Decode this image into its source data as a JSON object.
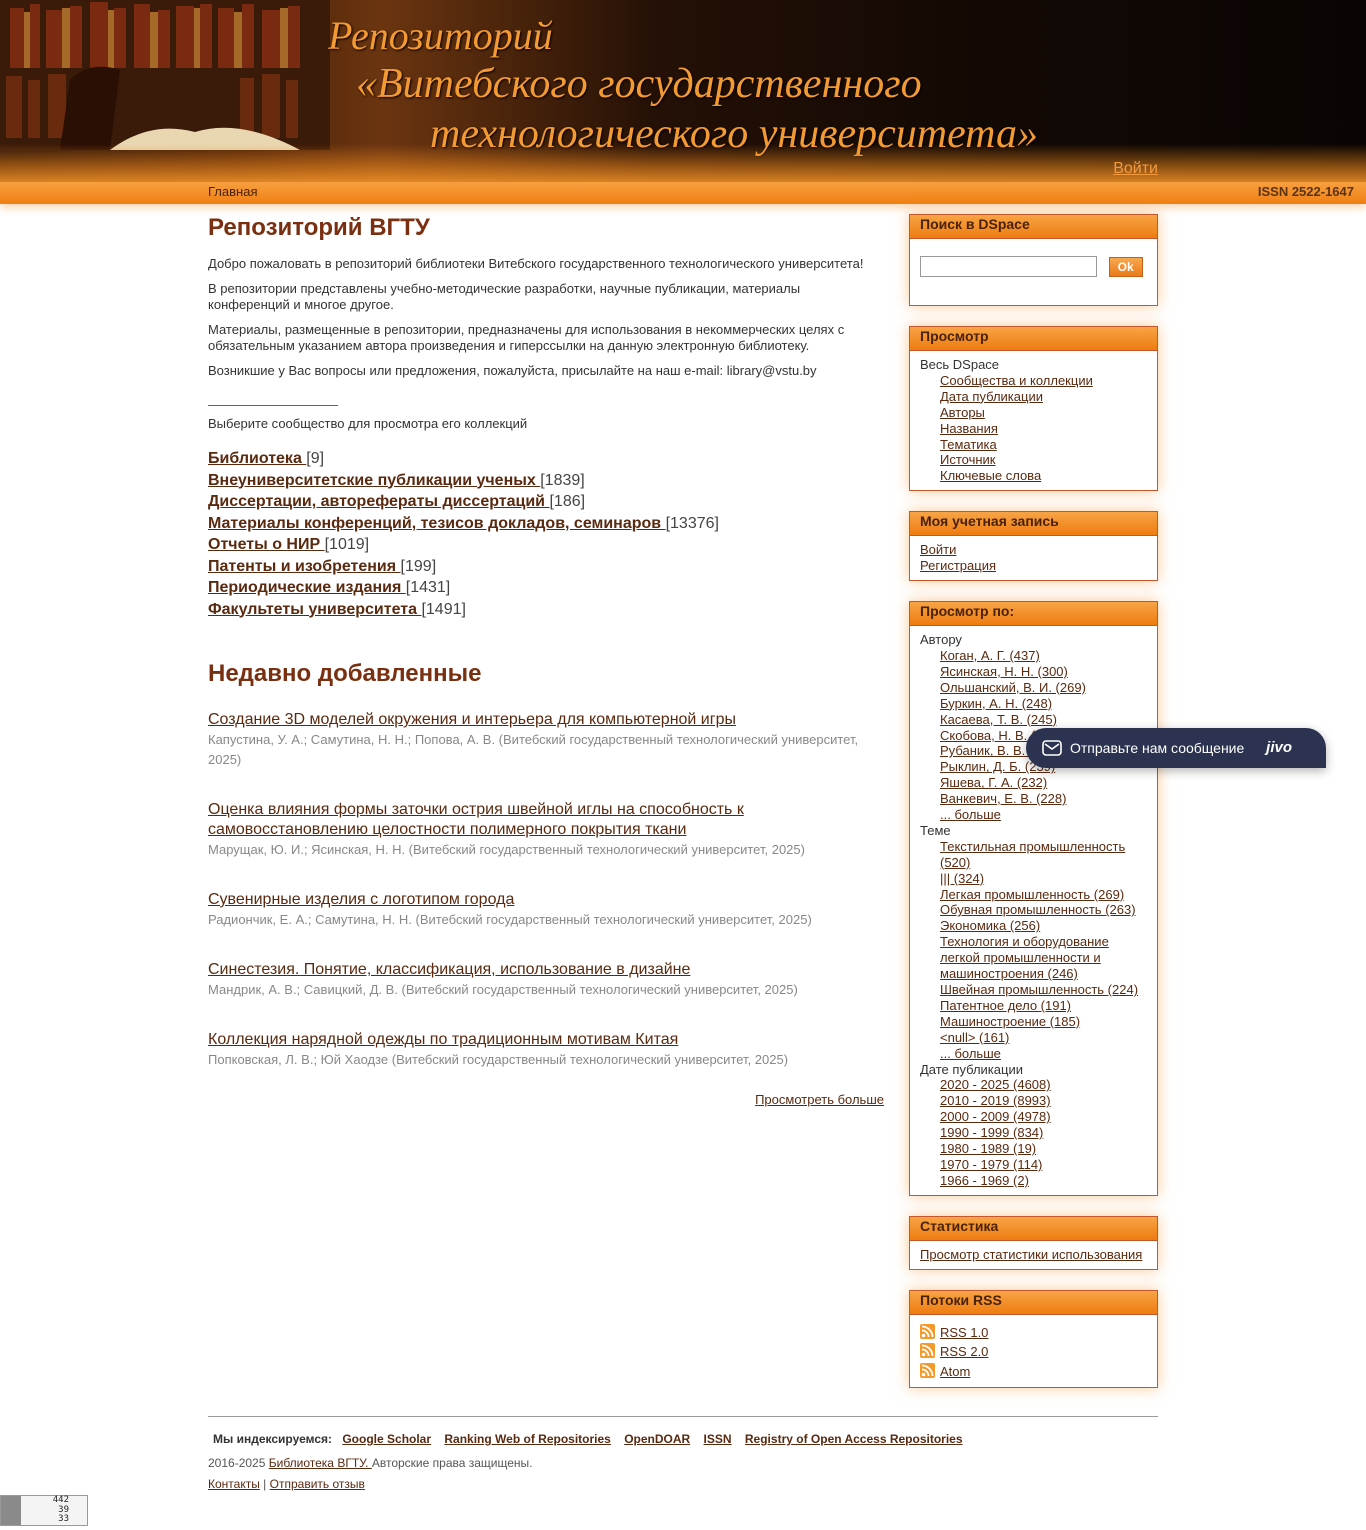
{
  "banner": {
    "line1": "Репозиторий",
    "line2": "«Витебского государственного",
    "line3": "технологического университета»",
    "login": "Войти"
  },
  "nav": {
    "home": "Главная",
    "issn": "ISSN 2522-1647"
  },
  "main": {
    "title": "Репозиторий ВГТУ",
    "paragraphs": [
      "Добро пожаловать в репозиторий библиотеки Витебского государственного технологического университета!",
      "В репозитории представлены учебно-методические разработки, научные публикации, материалы конференций и многое другое.",
      "Материалы, размещенные в репозитории, предназначены для использования в некоммерческих целях с обязательным указанием автора произведения и гиперссылки на данную электронную библиотеку.",
      "Возникшие у Вас вопросы или предложения, пожалуйста, присылайте на наш e-mail: library@vstu.by"
    ],
    "choose_text": "Выберите сообщество для просмотра его коллекций",
    "communities": [
      {
        "name": "Библиотека ",
        "count": "[9]"
      },
      {
        "name": "Внеуниверситетские публикации ученых ",
        "count": "[1839]"
      },
      {
        "name": "Диссертации, авторефераты диссертаций ",
        "count": "[186]"
      },
      {
        "name": "Материалы конференций, тезисов докладов, семинаров ",
        "count": "[13376]"
      },
      {
        "name": "Отчеты о НИР ",
        "count": "[1019]"
      },
      {
        "name": "Патенты и изобретения ",
        "count": "[199]"
      },
      {
        "name": "Периодические издания ",
        "count": "[1431]"
      },
      {
        "name": "Факультеты университета ",
        "count": "[1491]"
      }
    ],
    "recent_title": "Недавно добавленные",
    "recent": [
      {
        "title": "Создание 3D моделей окружения и интерьера для компьютерной игры",
        "meta": "Капустина, У. А.; Самутина, Н. Н.; Попова, А. В. (Витебский государственный технологический университет, 2025)"
      },
      {
        "title": "Оценка влияния формы заточки острия швейной иглы на способность к самовосстановлению целостности полимерного покрытия ткани",
        "meta": "Марущак, Ю. И.; Ясинская, Н. Н. (Витебский государственный технологический университет, 2025)"
      },
      {
        "title": "Сувенирные изделия с логотипом города",
        "meta": "Радиончик, Е. А.; Самутина, Н. Н. (Витебский государственный технологический университет, 2025)"
      },
      {
        "title": "Синестезия. Понятие, классификация, использование в дизайне",
        "meta": "Мандрик, А. В.; Савицкий, Д. В. (Витебский государственный технологический университет, 2025)"
      },
      {
        "title": "Коллекция нарядной одежды по традиционным мотивам Китая",
        "meta": "Попковская, Л. В.; Юй Хаодзе (Витебский государственный технологический университет, 2025)"
      }
    ],
    "more_link": "Просмотреть больше"
  },
  "sidebar": {
    "search": {
      "title": "Поиск в DSpace",
      "placeholder": "",
      "button": "Ok"
    },
    "browse": {
      "title": "Просмотр",
      "scope": "Весь DSpace",
      "items": [
        "Сообщества и коллекции",
        "Дата публикации",
        "Авторы",
        "Названия",
        "Тематика",
        "Источник",
        "Ключевые слова"
      ]
    },
    "account": {
      "title": "Моя учетная запись",
      "items": [
        "Войти",
        "Регистрация"
      ]
    },
    "browse_by": {
      "title": "Просмотр по:",
      "author_label": "Автору",
      "authors": [
        "Коган, А. Г. (437)",
        "Ясинская, Н. Н. (300)",
        "Ольшанский, В. И. (269)",
        "Буркин, А. Н. (248)",
        "Касаева, Т. В. (245)",
        "Скобова, Н. В. (244)",
        "Рубаник, В. В. (241)",
        "Рыклин, Д. Б. (239)",
        "Яшева, Г. А. (232)",
        "Ванкевич, Е. В. (228)"
      ],
      "author_more": "... больше",
      "subject_label": "Теме",
      "subjects": [
        "Текстильная промышленность (520)",
        "||| (324)",
        "Легкая промышленность (269)",
        "Обувная промышленность (263)",
        "Экономика (256)",
        "Технология и оборудование легкой промышленности и машиностроения (246)",
        "Швейная промышленность (224)",
        "Патентное дело (191)",
        "Машиностроение (185)",
        "<null> (161)"
      ],
      "subject_more": "... больше",
      "date_label": "Дате публикации",
      "dates": [
        "2020 - 2025 (4608)",
        "2010 - 2019 (8993)",
        "2000 - 2009 (4978)",
        "1990 - 1999 (834)",
        "1980 - 1989 (19)",
        "1970 - 1979 (114)",
        "1966 - 1969 (2)"
      ]
    },
    "stats": {
      "title": "Статистика",
      "link": "Просмотр статистики использования"
    },
    "rss": {
      "title": "Потоки RSS",
      "items": [
        "RSS 1.0",
        "RSS 2.0",
        "Atom"
      ]
    }
  },
  "footer": {
    "indexed_label": "Мы индексируемся:",
    "indexers": [
      "Google Scholar",
      "Ranking Web of Repositories",
      "OpenDOAR",
      "ISSN",
      "Registry of Open Access Repositories"
    ],
    "copy_years": "2016-2025 ",
    "copy_link": "Библиотека ВГТУ. ",
    "copy_rest": "Авторские права защищены.",
    "contacts": "Контакты",
    "separator": " | ",
    "feedback": "Отправить отзыв"
  },
  "chat": {
    "message": "Отправьте нам сообщение",
    "brand": "jivo"
  },
  "counter": {
    "values": [
      "442",
      "39",
      "33"
    ]
  },
  "colors": {
    "accent": "#ef7f12",
    "link": "#5a2a10",
    "heading": "#7a3010",
    "chat": "#2b3350"
  },
  "icons": {
    "rss": "rss-icon",
    "chat": "envelope-icon"
  }
}
